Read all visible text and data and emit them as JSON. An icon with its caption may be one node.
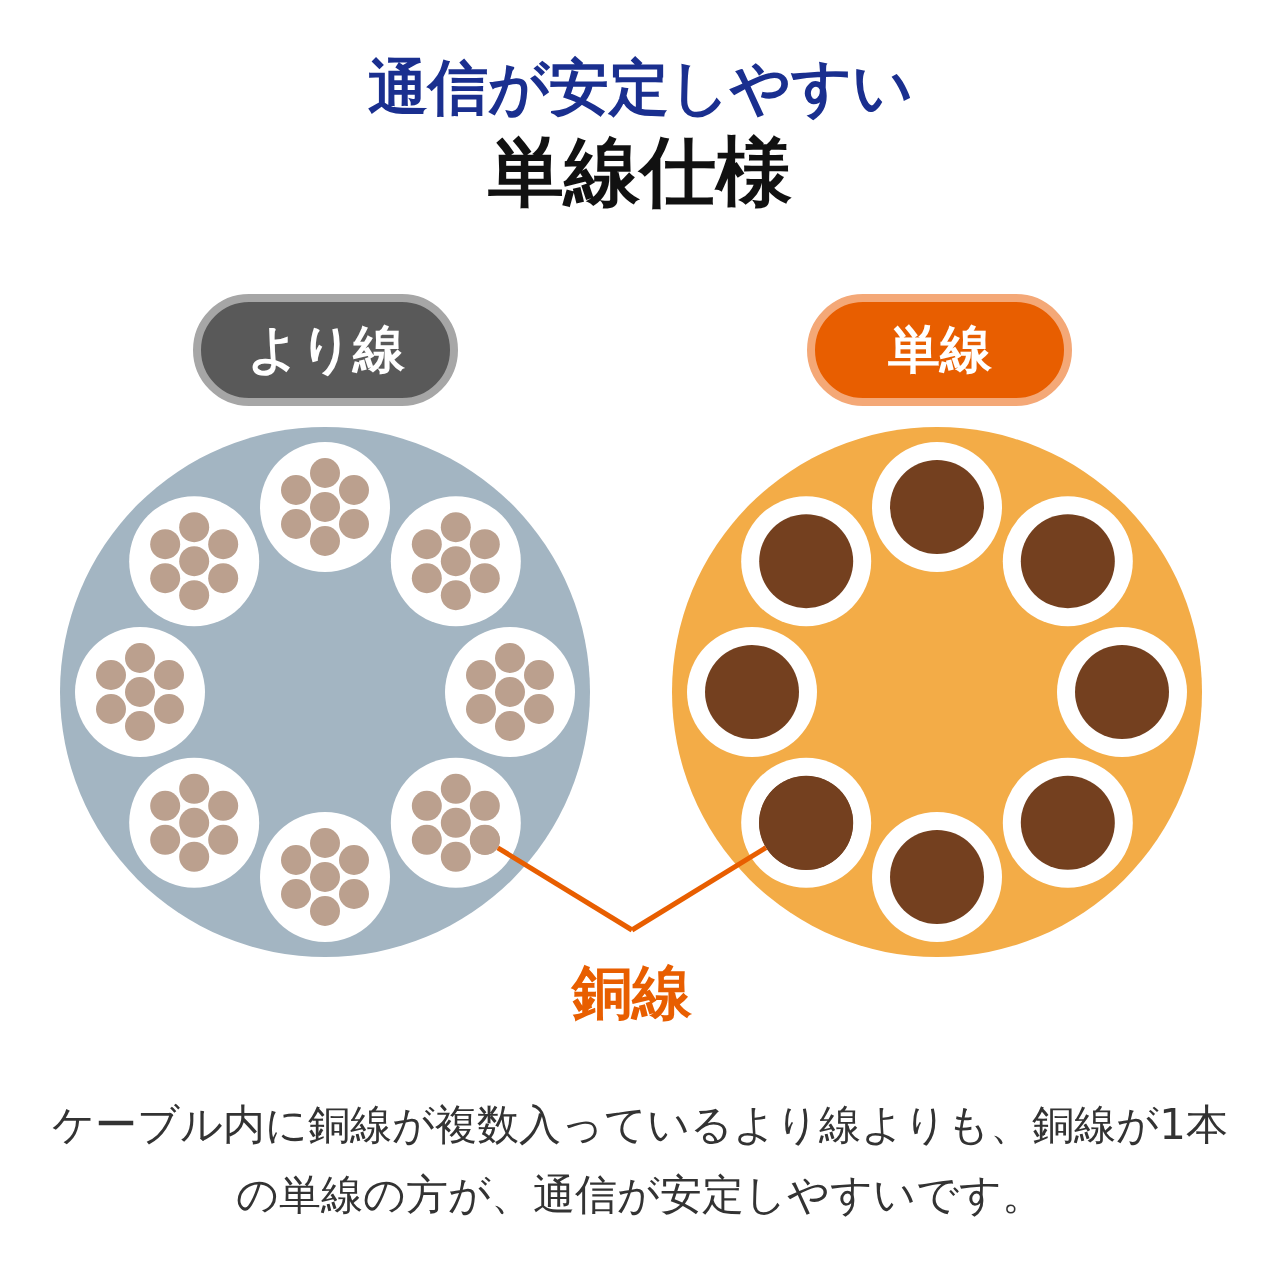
{
  "diagram": {
    "title": "通信が安定しやすい",
    "nodes": [
      {
        "text": [
          "より線"
        ]
      },
      {
        "text": [
          "単線"
        ]
      },
      {
        "text": [
          "銅線"
        ]
      },
      {
        "text": [],
        "shape": "circle"
      },
      {
        "text": [],
        "shape": "circle"
      }
    ],
    "edges": [
      {
        "from": 2,
        "to": 3,
        "arrow": "none"
      },
      {
        "from": 2,
        "to": 4,
        "arrow": "none"
      }
    ],
    "labels": [
      "単線仕様"
    ],
    "caption": "ケーブル内に銅線が複数入っているより線よりも、銅線が1本の単線の方が、通信が安定しやすいです。"
  }
}
